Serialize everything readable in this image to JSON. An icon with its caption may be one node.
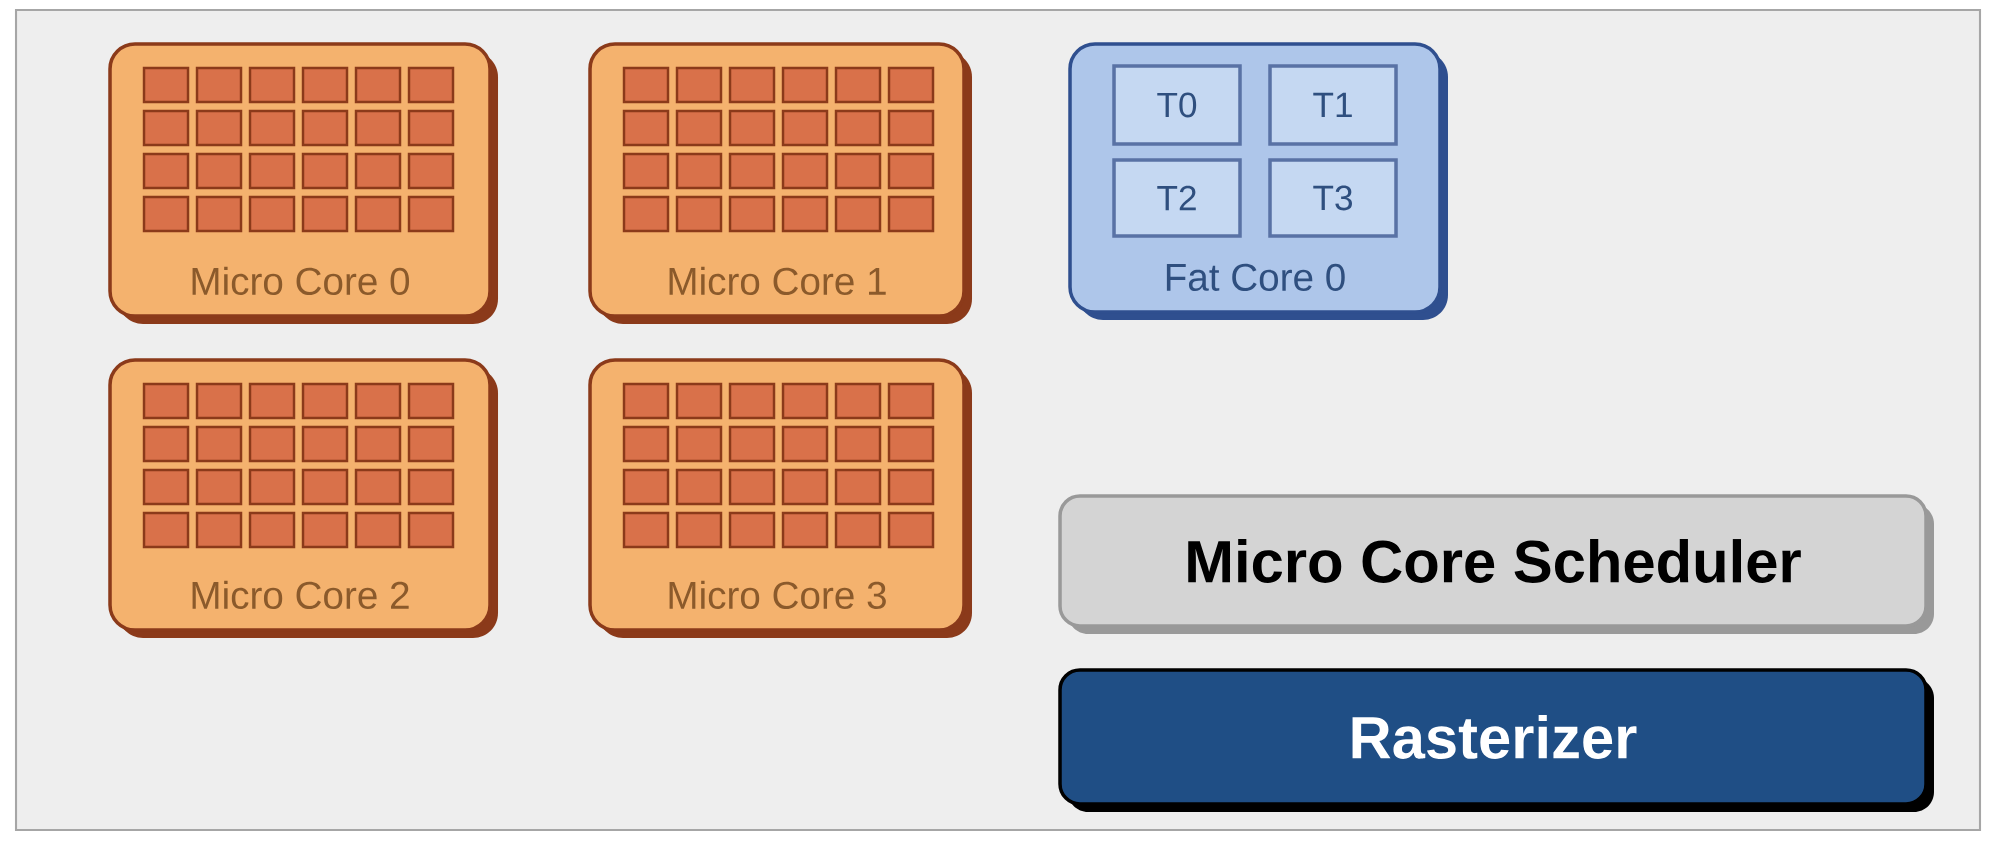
{
  "diagram": {
    "nodes": [
      {
        "text": [
          "Micro Core 0"
        ]
      },
      {
        "text": [
          "Micro Core 1"
        ]
      },
      {
        "text": [
          "Fat Core 0"
        ]
      },
      {
        "text": [
          "T0"
        ],
        "in": 2
      },
      {
        "text": [
          "T1"
        ],
        "in": 2
      },
      {
        "text": [
          "T2"
        ],
        "in": 2
      },
      {
        "text": [
          "T3"
        ],
        "in": 2
      },
      {
        "text": [
          "Micro Core 2"
        ]
      },
      {
        "text": [
          "Micro Core 3"
        ]
      },
      {
        "text": [
          "Micro Core Scheduler"
        ]
      },
      {
        "text": [
          "Rasterizer"
        ]
      }
    ]
  }
}
